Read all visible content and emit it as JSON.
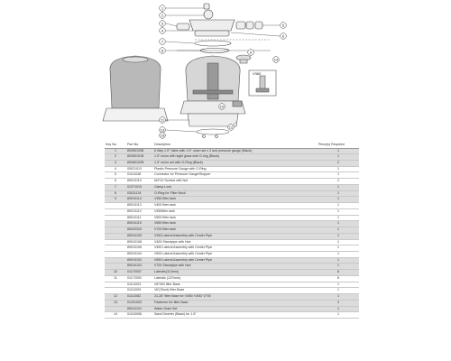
{
  "callouts": [
    "1",
    "2",
    "3",
    "4",
    "5",
    "6",
    "7",
    "8",
    "9",
    "10",
    "11",
    "12",
    "13",
    "14",
    "15"
  ],
  "label_v360": "V360",
  "table": {
    "headers": [
      "Key No.",
      "Part No.",
      "Description",
      "Piece(s) Required"
    ],
    "rows": [
      {
        "key": "1",
        "part": "89280100B",
        "desc": "6 Way 1.5\" Valve with 1.5\" union set x 3 and pressure gauge (Black)",
        "qty": "1",
        "group": 1
      },
      {
        "key": "2",
        "part": "89280101B",
        "desc": "1.5\" union with sight glass with O-ring (Black)",
        "qty": "1",
        "group": 1
      },
      {
        "key": "3",
        "part": "89280102B",
        "desc": "1.5\" union set with O-Ring (Black)",
        "qty": "2",
        "group": 1
      },
      {
        "key": "4",
        "part": "05021013",
        "desc": "Plastic Pressure Gauge with O-Ring",
        "qty": "1",
        "group": 0
      },
      {
        "key": "5",
        "part": "01111048",
        "desc": "Connector for Pressure Gauge/Stopper",
        "qty": "1",
        "group": 0
      },
      {
        "key": "6",
        "part": "89010119",
        "desc": "M4*10 Screws with Nut",
        "qty": "2",
        "group": 0
      },
      {
        "key": "7",
        "part": "01271010",
        "desc": "Clamp Lock",
        "qty": "1",
        "group": 1
      },
      {
        "key": "8",
        "part": "03011134",
        "desc": "O-Ring for Filter Neck",
        "qty": "1",
        "group": 1
      },
      {
        "key": "9",
        "part": "89010114",
        "desc": "V350 filter tank",
        "qty": "1",
        "group": 1
      },
      {
        "key": "",
        "part": "89010113",
        "desc": "V400 filter tank",
        "qty": "1",
        "group": 0
      },
      {
        "key": "",
        "part": "89010112",
        "desc": "V450filter tank",
        "qty": "1",
        "group": 0
      },
      {
        "key": "",
        "part": "89010111",
        "desc": "V500 filter tank",
        "qty": "1",
        "group": 0
      },
      {
        "key": "",
        "part": "89010115",
        "desc": "V650 filter tank",
        "qty": "1",
        "group": 1
      },
      {
        "key": "",
        "part": "89020329",
        "desc": "V700 filter tank",
        "qty": "1",
        "group": 1
      },
      {
        "key": "",
        "part": "89010105",
        "desc": "V350 Lateral Assembly with Center Pipe",
        "qty": "1",
        "group": 1
      },
      {
        "key": "",
        "part": "89010108",
        "desc": "V400 Standpipe with Hub",
        "qty": "1",
        "group": 0
      },
      {
        "key": "",
        "part": "89010106",
        "desc": "V450 Lateral Assembly with Center Pipe",
        "qty": "1",
        "group": 0
      },
      {
        "key": "",
        "part": "89010104",
        "desc": "V500 Lateral Assembly with Center Pipe",
        "qty": "1",
        "group": 0
      },
      {
        "key": "",
        "part": "89010102",
        "desc": "V650 Lateral Assembly with Center Pipe",
        "qty": "1",
        "group": 1
      },
      {
        "key": "",
        "part": "89010103",
        "desc": "V700 Standpipe with Hub",
        "qty": "1",
        "group": 1
      },
      {
        "key": "10",
        "part": "01170007",
        "desc": "Laterals(113mm)",
        "qty": "8",
        "group": 1
      },
      {
        "key": "11",
        "part": "01172000",
        "desc": "Laterals (12Omm)",
        "qty": "8",
        "group": 0
      },
      {
        "key": "",
        "part": "01111003",
        "desc": "V8*300 filter Base",
        "qty": "1",
        "group": 0
      },
      {
        "key": "",
        "part": "01111009",
        "desc": "16\"(Short) filter Base",
        "qty": "1",
        "group": 0
      },
      {
        "key": "12",
        "part": "01111062",
        "desc": "21-28\" filter Base for V450/ V450/ V700",
        "qty": "1",
        "group": 1
      },
      {
        "key": "13",
        "part": "01201053",
        "desc": "Fasterner for filter Base",
        "qty": "4",
        "group": 1
      },
      {
        "key": "",
        "part": "89010101",
        "desc": "Water Drain Set",
        "qty": "1",
        "group": 1
      },
      {
        "key": "14",
        "part": "01010006",
        "desc": "Sand Diverter (Black) for 1.5\"",
        "qty": "1",
        "group": 0
      }
    ]
  }
}
